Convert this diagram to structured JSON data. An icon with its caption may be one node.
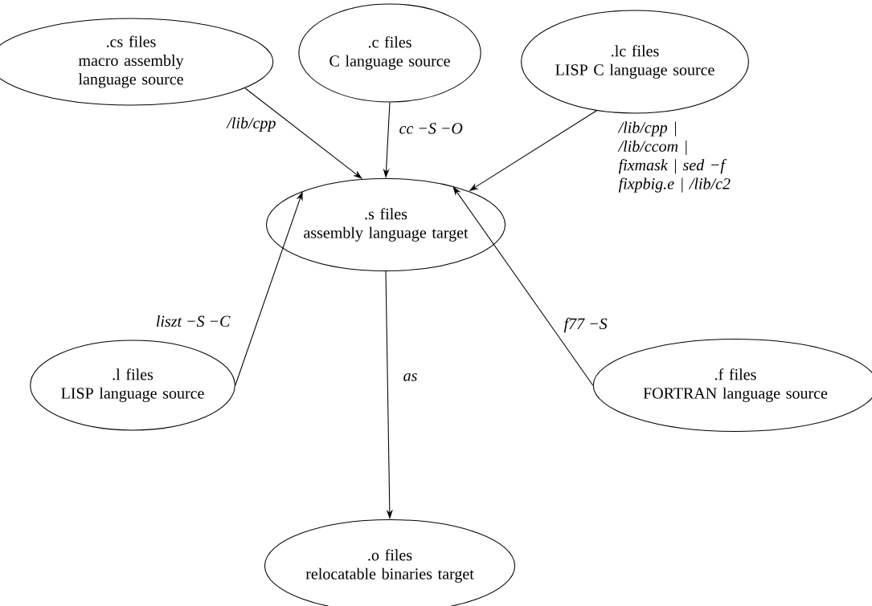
{
  "diagram": {
    "nodes": [
      {
        "text": [
          ".cs files",
          "macro assembly language source"
        ]
      },
      {
        "text": [
          ".c files",
          "C language source"
        ]
      },
      {
        "text": [
          ".lc files",
          "LISP C language source"
        ]
      },
      {
        "text": [
          ".s files",
          "assembly language target"
        ]
      },
      {
        "text": [
          ".l files",
          "LISP language source"
        ]
      },
      {
        "text": [
          ".f files",
          "FORTRAN language source"
        ]
      },
      {
        "text": [
          ".o files",
          "relocatable binaries target"
        ]
      }
    ],
    "edges": [
      {
        "from": 0,
        "to": 3,
        "arrow": "to",
        "label": "/lib/cpp"
      },
      {
        "from": 1,
        "to": 3,
        "arrow": "to",
        "label": "cc −S −O"
      },
      {
        "from": 2,
        "to": 3,
        "arrow": "to",
        "label": "/lib/cpp | /lib/ccom | fixmask | sed −f fixpbig.e | /lib/c2"
      },
      {
        "from": 4,
        "to": 3,
        "arrow": "to",
        "label": "liszt −S −C"
      },
      {
        "from": 5,
        "to": 3,
        "arrow": "to",
        "label": "f77 −S"
      },
      {
        "from": 3,
        "to": 6,
        "arrow": "to",
        "label": "as"
      }
    ]
  }
}
